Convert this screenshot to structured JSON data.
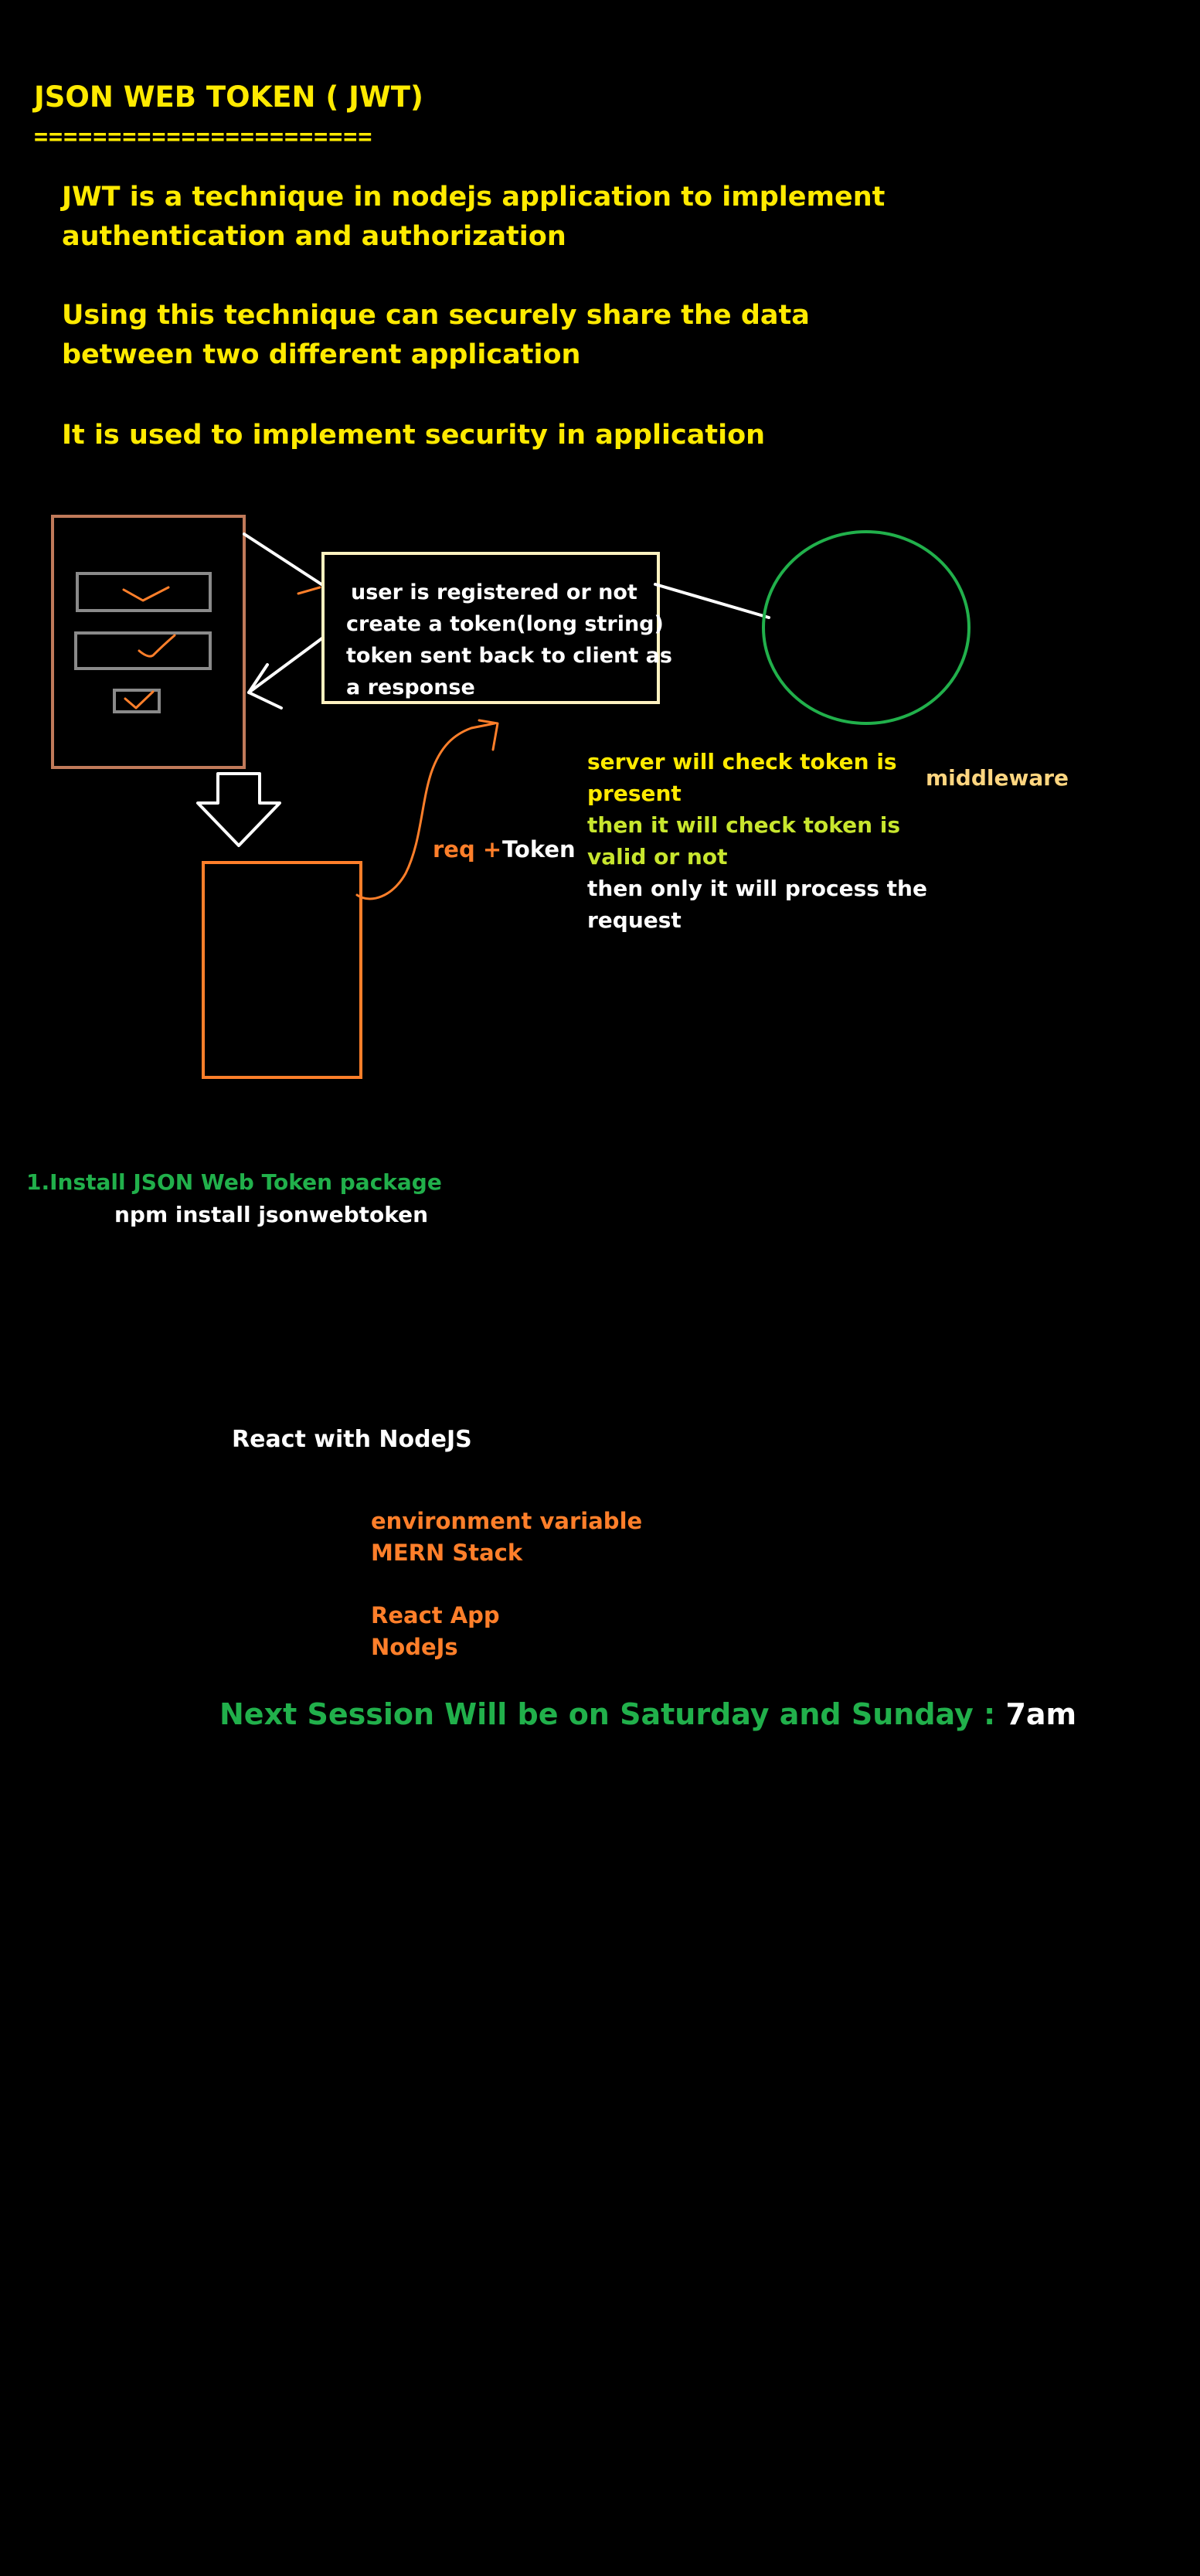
{
  "heading": {
    "title": "JSON WEB TOKEN ( JWT)",
    "underline": "======================="
  },
  "intro": [
    [
      "JWT is a technique in nodejs application to implement",
      "authentication and authorization"
    ],
    [
      "Using this technique can securely share the data",
      "between two different application"
    ],
    [
      "It is used to implement security in application"
    ]
  ],
  "diagram": {
    "server_box_lines": [
      "user is registered or not",
      "create a token(long string)",
      "token sent back to client as",
      "a response"
    ],
    "request_label_plus": "req +",
    "request_label_token": "Token",
    "notes": [
      [
        "server will check token is",
        "present"
      ],
      [
        "then it will check token is",
        "valid or not"
      ],
      [
        "then only it will process the",
        "request"
      ]
    ],
    "middleware_label": "middleware"
  },
  "install": {
    "step": "1.Install JSON Web Token package",
    "command": "npm install jsonwebtoken"
  },
  "react_section": {
    "title": "React with NodeJS",
    "topics_1": [
      "environment variable",
      "MERN Stack"
    ],
    "topics_2": [
      "React App",
      "NodeJs"
    ]
  },
  "next_session": {
    "text": "Next Session Will be on Saturday and Sunday :",
    "time": "7am"
  },
  "colors": {
    "background": "#000000",
    "yellow": "#ffea00",
    "white": "#ffffff",
    "orange": "#ff7f2a",
    "lime": "#c8e62e",
    "green": "#21b04b",
    "peach": "#ffd680",
    "brown_box": "#c07a5a",
    "server_box": "#fff2c0",
    "gray_field": "#8a8a8a",
    "circle": "#21b04b"
  }
}
